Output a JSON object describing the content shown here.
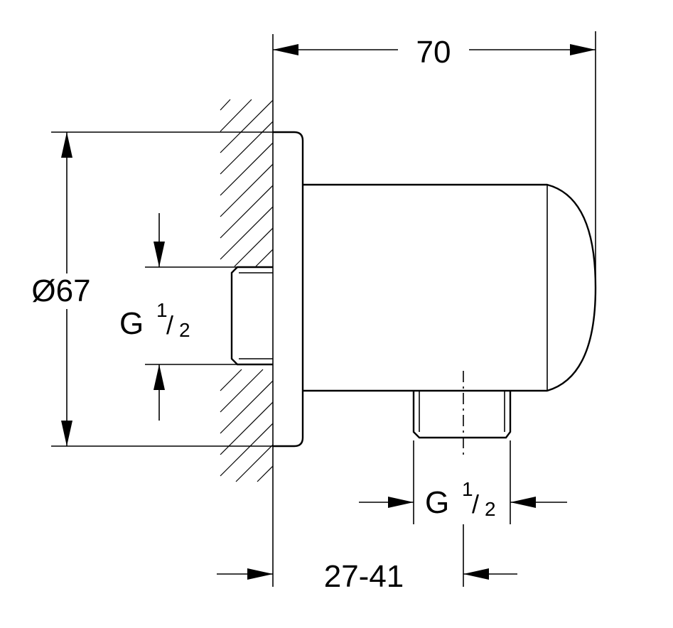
{
  "dimensions": {
    "overall_depth": "70",
    "flange_diameter": "Ø67",
    "adjustment_range": "27-41"
  },
  "threads": {
    "inlet": {
      "prefix": "G",
      "numerator": "1",
      "denominator": "2"
    },
    "outlet": {
      "prefix": "G",
      "numerator": "1",
      "denominator": "2"
    }
  }
}
